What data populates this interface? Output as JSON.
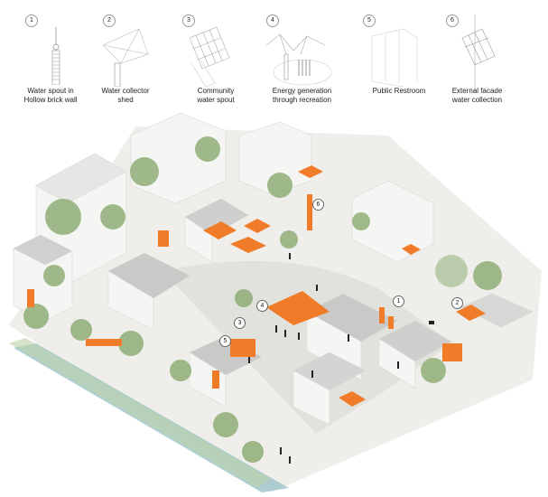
{
  "legend": [
    {
      "number": "1",
      "caption_line1": "Water spout in",
      "caption_line2": "Hollow brick wall"
    },
    {
      "number": "2",
      "caption_line1": "Water collector",
      "caption_line2": "shed"
    },
    {
      "number": "3",
      "caption_line1": "Community",
      "caption_line2": "water spout"
    },
    {
      "number": "4",
      "caption_line1": "Energy generation",
      "caption_line2": "through recreation"
    },
    {
      "number": "5",
      "caption_line1": "Public Restroom",
      "caption_line2": ""
    },
    {
      "number": "6",
      "caption_line1": "External facade",
      "caption_line2": "water collection"
    }
  ],
  "map_markers": [
    "6",
    "4",
    "1",
    "2",
    "3",
    "5"
  ],
  "colors": {
    "accent": "#f07c2a",
    "tree": "#8fae78",
    "building": "#f4f4f4",
    "roof": "#c9c9c7",
    "canal": "#9bc3c9"
  }
}
